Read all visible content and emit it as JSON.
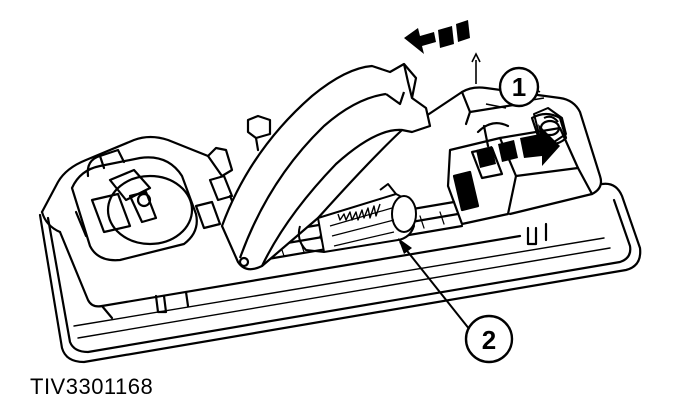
{
  "callouts": [
    {
      "label": "1"
    },
    {
      "label": "2"
    }
  ],
  "figure_id": "TIV3301168",
  "icons": [
    "housing-illustration",
    "lens-cover",
    "bulb",
    "switch",
    "motion-arrow"
  ]
}
